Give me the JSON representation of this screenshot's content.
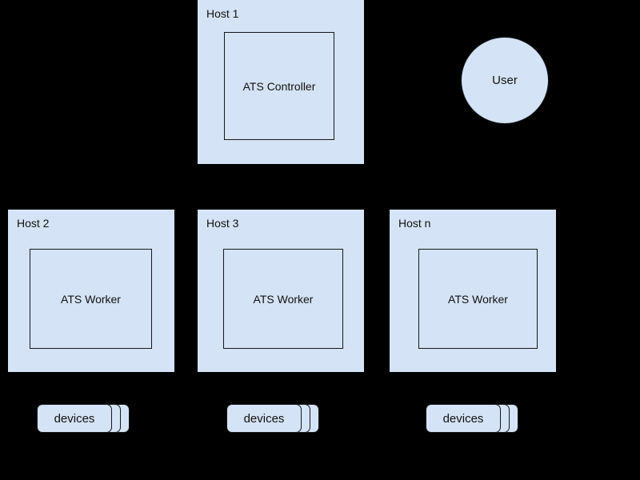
{
  "diagram": {
    "background_color": "#000000",
    "node_fill_color": "#d4e3f5",
    "node_stroke_color": "#15181c",
    "text_color": "#111111",
    "hosts": [
      {
        "id": "host-1",
        "label": "Host 1",
        "service_label": "ATS Controller"
      },
      {
        "id": "host-2",
        "label": "Host 2",
        "service_label": "ATS Worker"
      },
      {
        "id": "host-3",
        "label": "Host 3",
        "service_label": "ATS Worker"
      },
      {
        "id": "host-n",
        "label": "Host n",
        "service_label": "ATS Worker"
      }
    ],
    "actor": {
      "id": "user",
      "label": "User",
      "shape": "circle"
    },
    "device_stacks": [
      {
        "id": "devices-host-2",
        "label": "devices",
        "count": 3
      },
      {
        "id": "devices-host-3",
        "label": "devices",
        "count": 3
      },
      {
        "id": "devices-host-n",
        "label": "devices",
        "count": 3
      }
    ]
  }
}
